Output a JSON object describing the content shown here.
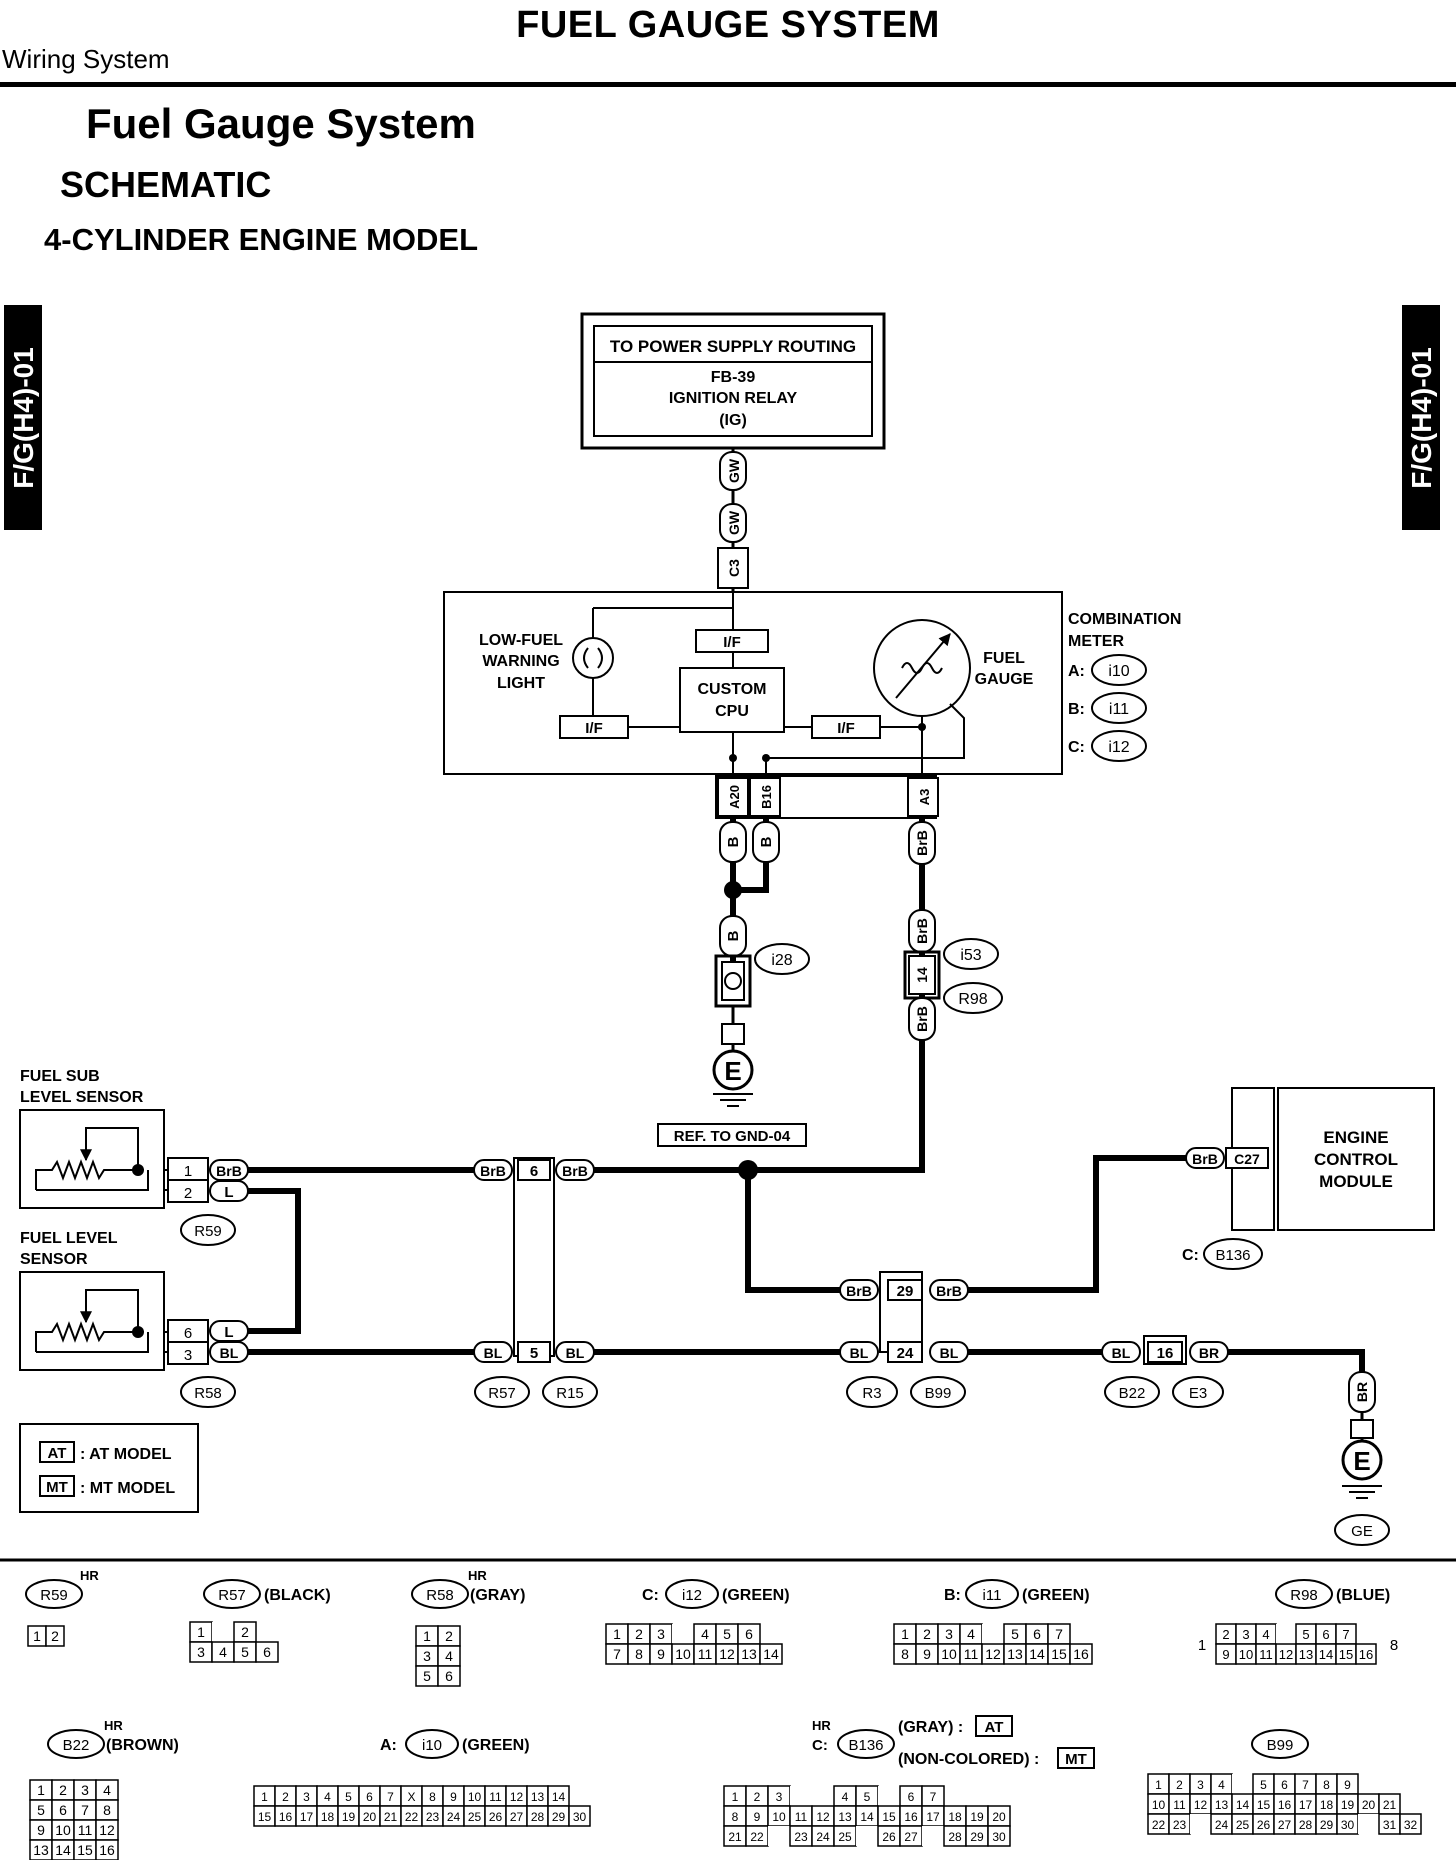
{
  "header": {
    "title": "FUEL GAUGE SYSTEM",
    "section": "Wiring System"
  },
  "titles": {
    "system": "Fuel Gauge System",
    "schematic": "SCHEMATIC",
    "model": "4-CYLINDER ENGINE MODEL"
  },
  "side_tab": "F/G(H4)-01",
  "power_box": {
    "title": "TO POWER SUPPLY ROUTING",
    "line1": "FB-39",
    "line2": "IGNITION RELAY",
    "line3": "(IG)"
  },
  "meter": {
    "label_line1": "COMBINATION",
    "label_line2": "METER",
    "connectors": [
      {
        "prefix": "A:",
        "id": "i10"
      },
      {
        "prefix": "B:",
        "id": "i11"
      },
      {
        "prefix": "C:",
        "id": "i12"
      }
    ],
    "low_fuel": [
      "LOW-FUEL",
      "WARNING",
      "LIGHT"
    ],
    "fuel_gauge": [
      "FUEL",
      "GAUGE"
    ],
    "cpu": [
      "CUSTOM",
      "CPU"
    ],
    "interface": "I/F"
  },
  "wires": {
    "gw": "GW",
    "b": "B",
    "brb": "BrB",
    "bl": "BL",
    "l": "L",
    "br": "BR"
  },
  "pins": {
    "c3": "C3",
    "a20": "A20",
    "b16": "B16",
    "a3": "A3",
    "p14": "14",
    "p1": "1",
    "p2": "2",
    "p6": "6",
    "p3": "3",
    "p5": "5",
    "p29": "29",
    "p24": "24",
    "p16": "16",
    "c27": "C27"
  },
  "connector_ids": {
    "i28": "i28",
    "i53": "i53",
    "r98": "R98",
    "r59": "R59",
    "r58": "R58",
    "r57": "R57",
    "r15": "R15",
    "r3": "R3",
    "b99": "B99",
    "b22": "B22",
    "e3": "E3",
    "b136": "B136",
    "ge": "GE",
    "c_prefix": "C:"
  },
  "ground_ref": "REF. TO GND-04",
  "ground_symbol": "E",
  "sensors": {
    "sub": [
      "FUEL SUB",
      "LEVEL SENSOR"
    ],
    "main": [
      "FUEL LEVEL",
      "SENSOR"
    ]
  },
  "ecm": [
    "ENGINE",
    "CONTROL",
    "MODULE"
  ],
  "legend": [
    {
      "code": "AT",
      "text": ": AT MODEL"
    },
    {
      "code": "MT",
      "text": ": MT MODEL"
    }
  ],
  "connector_views": {
    "hr": "HR",
    "r57_color": "(BLACK)",
    "r58_color": "(GRAY)",
    "i12_color": "(GREEN)",
    "i11_color": "(GREEN)",
    "r98_color": "(BLUE)",
    "b22_color": "(BROWN)",
    "i10_color": "(GREEN)",
    "b136_gray": "(GRAY) :",
    "b136_noncolored": "(NON-COLORED) :",
    "prefix_a": "A:",
    "prefix_b": "B:",
    "prefix_c": "C:",
    "r59_grid": [
      [
        "1",
        "2"
      ]
    ],
    "r57_grid": [
      [
        "1",
        "",
        "2"
      ],
      [
        "3",
        "4",
        "5",
        "6"
      ]
    ],
    "r58_grid": [
      [
        "1",
        "2"
      ],
      [
        "3",
        "4"
      ],
      [
        "5",
        "6"
      ]
    ],
    "i12_grid": [
      [
        "1",
        "2",
        "3",
        "",
        "4",
        "5",
        "6"
      ],
      [
        "7",
        "8",
        "9",
        "10",
        "11",
        "12",
        "13",
        "14"
      ]
    ],
    "i11_grid": [
      [
        "1",
        "2",
        "3",
        "4",
        "",
        "5",
        "6",
        "7"
      ],
      [
        "8",
        "9",
        "10",
        "11",
        "12",
        "13",
        "14",
        "15",
        "16"
      ]
    ],
    "r98_grid": [
      [
        "2",
        "3",
        "4",
        "",
        "5",
        "6",
        "7"
      ],
      [
        "9",
        "10",
        "11",
        "12",
        "13",
        "14",
        "15",
        "16"
      ]
    ],
    "r98_side": [
      "1",
      "8"
    ],
    "b22_grid": [
      [
        "1",
        "2",
        "3",
        "4"
      ],
      [
        "5",
        "6",
        "7",
        "8"
      ],
      [
        "9",
        "10",
        "11",
        "12"
      ],
      [
        "13",
        "14",
        "15",
        "16"
      ]
    ],
    "i10_grid": [
      [
        "1",
        "2",
        "3",
        "4",
        "5",
        "6",
        "7",
        "X",
        "8",
        "9",
        "10",
        "11",
        "12",
        "13",
        "14"
      ],
      [
        "15",
        "16",
        "17",
        "18",
        "19",
        "20",
        "21",
        "22",
        "23",
        "24",
        "25",
        "26",
        "27",
        "28",
        "29",
        "30"
      ]
    ],
    "b136_grid": [
      [
        "1",
        "2",
        "3",
        "",
        "",
        "4",
        "5",
        "",
        "6",
        "7"
      ],
      [
        "8",
        "9",
        "10",
        "11",
        "12",
        "13",
        "14",
        "15",
        "16",
        "17",
        "18",
        "19",
        "20"
      ],
      [
        "21",
        "22",
        "",
        "23",
        "24",
        "25",
        "",
        "26",
        "27",
        "",
        "28",
        "29",
        "30"
      ]
    ],
    "b99_grid": [
      [
        "1",
        "2",
        "3",
        "4",
        "",
        "5",
        "6",
        "7",
        "8",
        "9"
      ],
      [
        "10",
        "11",
        "12",
        "13",
        "14",
        "15",
        "16",
        "17",
        "18",
        "19",
        "20",
        "21"
      ],
      [
        "22",
        "23",
        "",
        "24",
        "25",
        "26",
        "27",
        "28",
        "29",
        "30",
        "",
        "31",
        "32"
      ]
    ]
  }
}
